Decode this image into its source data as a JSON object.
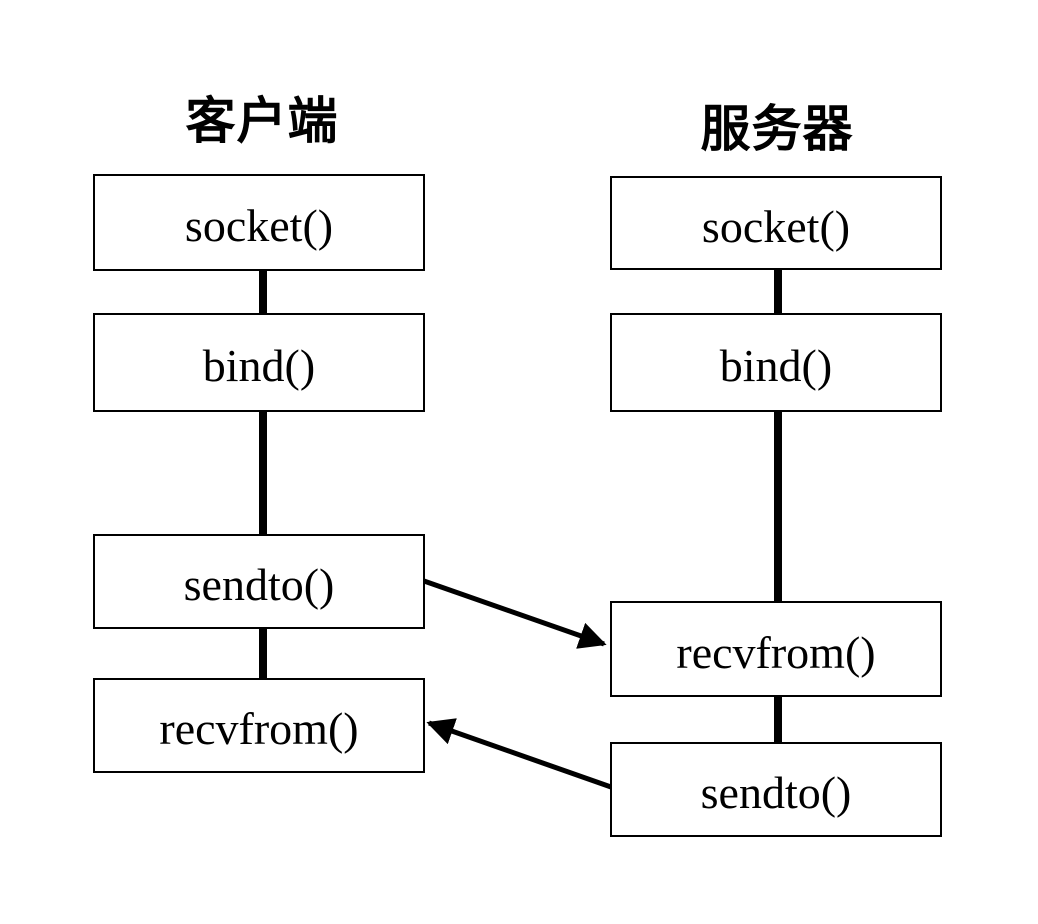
{
  "diagram": {
    "columns": [
      {
        "id": "client",
        "title": "客户端",
        "steps": [
          {
            "label": "socket()"
          },
          {
            "label": "bind()"
          },
          {
            "label": "sendto()"
          },
          {
            "label": "recvfrom()"
          }
        ]
      },
      {
        "id": "server",
        "title": "服务器",
        "steps": [
          {
            "label": "socket()"
          },
          {
            "label": "bind()"
          },
          {
            "label": "recvfrom()"
          },
          {
            "label": "sendto()"
          }
        ]
      }
    ],
    "arrows": [
      {
        "from": "client sendto()",
        "to": "server recvfrom()",
        "direction": "left-to-right"
      },
      {
        "from": "server sendto()",
        "to": "client recvfrom()",
        "direction": "right-to-left"
      }
    ],
    "colors": {
      "page_background": "#ffffff",
      "box_background": "#ffffff",
      "box_border": "#000000",
      "text": "#000000",
      "connector": "#000000",
      "arrow": "#000000"
    }
  }
}
